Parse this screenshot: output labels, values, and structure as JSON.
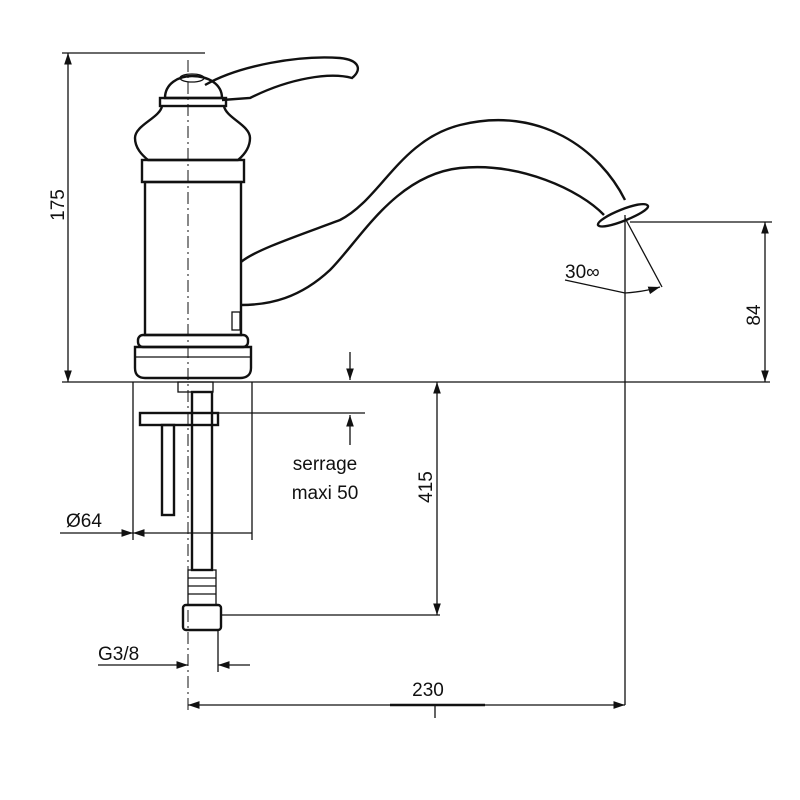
{
  "drawing": {
    "dimensions": {
      "height_total": "175",
      "spout_height": "84",
      "spout_angle": "30∞",
      "clamp_label_line1": "serrage",
      "clamp_label_line2": "maxi 50",
      "pipe_length": "415",
      "base_diameter": "Ø64",
      "thread": "G3/8",
      "spout_reach": "230"
    }
  }
}
